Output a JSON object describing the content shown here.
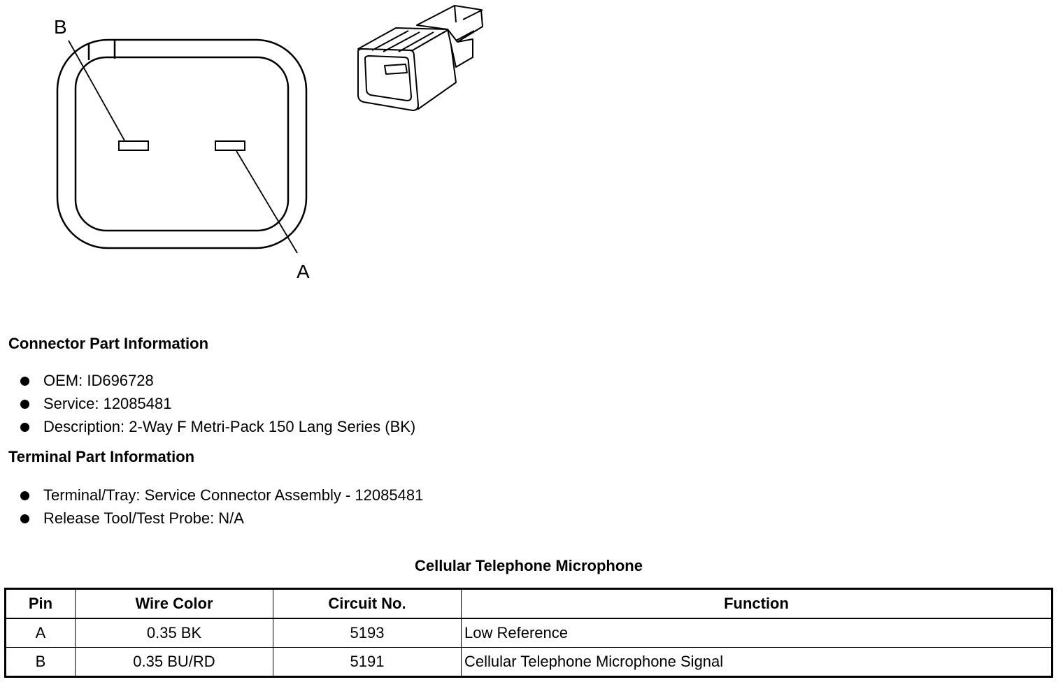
{
  "diagram": {
    "label_b": "B",
    "label_a": "A"
  },
  "connector_info": {
    "heading": "Connector Part Information",
    "items": [
      "OEM: ID696728",
      "Service: 12085481",
      "Description: 2-Way F Metri-Pack 150 Lang Series (BK)"
    ]
  },
  "terminal_info": {
    "heading": "Terminal Part Information",
    "items": [
      "Terminal/Tray: Service Connector Assembly - 12085481",
      "Release Tool/Test Probe: N/A"
    ]
  },
  "pin_table": {
    "title": "Cellular Telephone Microphone",
    "headers": [
      "Pin",
      "Wire Color",
      "Circuit No.",
      "Function"
    ],
    "rows": [
      [
        "A",
        "0.35 BK",
        "5193",
        "Low Reference"
      ],
      [
        "B",
        "0.35 BU/RD",
        "5191",
        "Cellular Telephone Microphone Signal"
      ]
    ]
  }
}
